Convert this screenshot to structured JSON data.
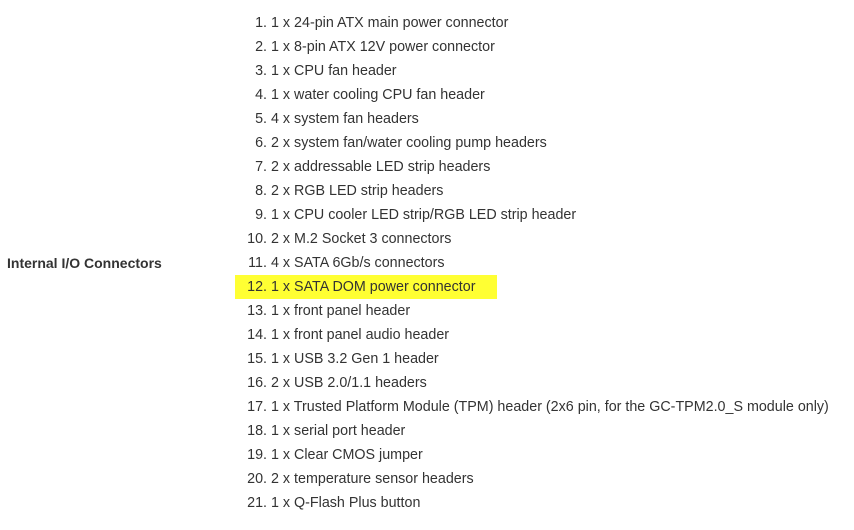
{
  "spec": {
    "label": "Internal I/O Connectors",
    "highlight_color": "#ffff33",
    "highlighted_index": 11,
    "items": [
      {
        "num": "1.",
        "text": "1 x 24-pin ATX main power connector"
      },
      {
        "num": "2.",
        "text": "1 x 8-pin ATX 12V power connector"
      },
      {
        "num": "3.",
        "text": "1 x CPU fan header"
      },
      {
        "num": "4.",
        "text": "1 x water cooling CPU fan header"
      },
      {
        "num": "5.",
        "text": "4 x system fan headers"
      },
      {
        "num": "6.",
        "text": "2 x system fan/water cooling pump headers"
      },
      {
        "num": "7.",
        "text": "2 x addressable LED strip headers"
      },
      {
        "num": "8.",
        "text": "2 x RGB LED strip headers"
      },
      {
        "num": "9.",
        "text": "1 x CPU cooler LED strip/RGB LED strip header"
      },
      {
        "num": "10.",
        "text": "2 x M.2 Socket 3 connectors"
      },
      {
        "num": "11.",
        "text": "4 x SATA 6Gb/s connectors"
      },
      {
        "num": "12.",
        "text": "1 x SATA DOM power connector"
      },
      {
        "num": "13.",
        "text": "1 x front panel header"
      },
      {
        "num": "14.",
        "text": "1 x front panel audio header"
      },
      {
        "num": "15.",
        "text": "1 x USB 3.2 Gen 1 header"
      },
      {
        "num": "16.",
        "text": "2 x USB 2.0/1.1 headers"
      },
      {
        "num": "17.",
        "text": "1 x Trusted Platform Module (TPM) header (2x6 pin, for the GC-TPM2.0_S module only)"
      },
      {
        "num": "18.",
        "text": "1 x serial port header"
      },
      {
        "num": "19.",
        "text": "1 x Clear CMOS jumper"
      },
      {
        "num": "20.",
        "text": "2 x temperature sensor headers"
      },
      {
        "num": "21.",
        "text": "1 x Q-Flash Plus button"
      }
    ]
  }
}
